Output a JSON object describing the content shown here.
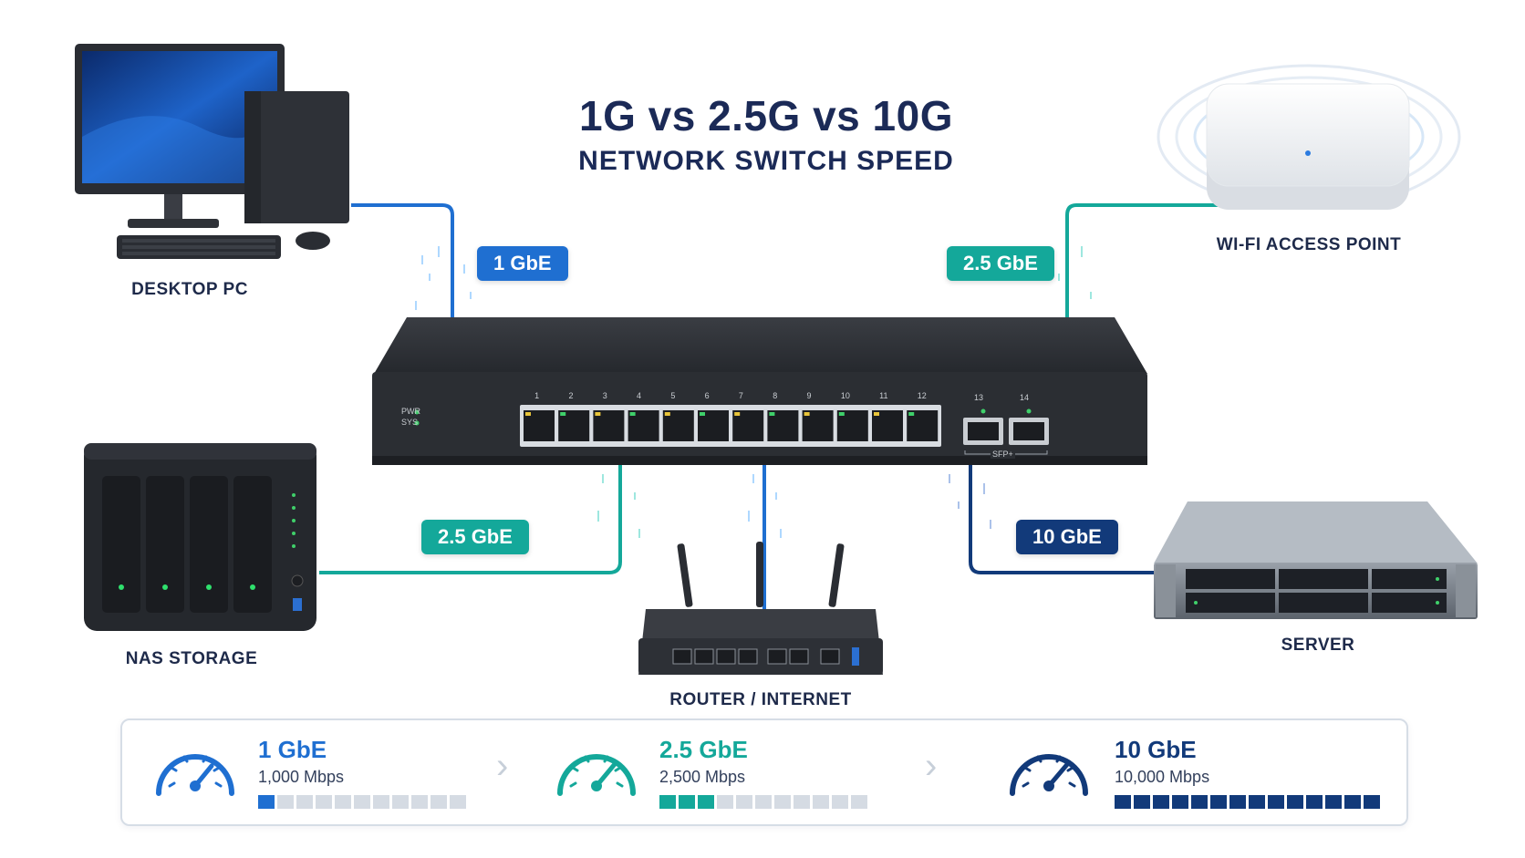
{
  "title": "1G vs 2.5G vs 10G",
  "subtitle": "NETWORK SWITCH SPEED",
  "devices": {
    "desktop": "DESKTOP PC",
    "access_point": "WI-FI ACCESS POINT",
    "nas": "NAS STORAGE",
    "router": "ROUTER / INTERNET",
    "server": "SERVER"
  },
  "links": {
    "desktop": "1 GbE",
    "access_point": "2.5 GbE",
    "nas": "2.5 GbE",
    "server": "10 GbE"
  },
  "switch": {
    "pwr": "PWR",
    "sys": "SYS",
    "port_numbers": [
      "1",
      "2",
      "3",
      "4",
      "5",
      "6",
      "7",
      "8",
      "9",
      "10",
      "11",
      "12"
    ],
    "sfp_numbers": [
      "13",
      "14"
    ],
    "sfp_label": "SFP+"
  },
  "speeds": [
    {
      "name": "1 GbE",
      "mbps": "1,000 Mbps",
      "level": 0.1,
      "color": "#1f6fd1"
    },
    {
      "name": "2.5 GbE",
      "mbps": "2,500 Mbps",
      "level": 0.25,
      "color": "#14a89a"
    },
    {
      "name": "10 GbE",
      "mbps": "10,000 Mbps",
      "level": 1.0,
      "color": "#123a7a"
    }
  ],
  "colors": {
    "blue": "#1f6fd1",
    "teal": "#14a89a",
    "navy": "#123a7a",
    "switch_body": "#2b2e33"
  }
}
